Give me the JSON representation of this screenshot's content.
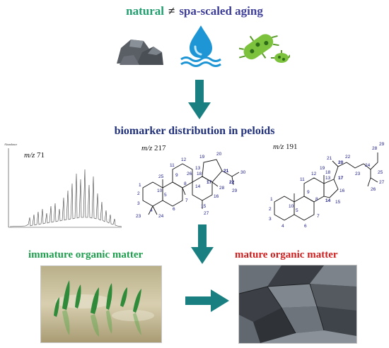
{
  "title": {
    "natural": "natural",
    "neq": "≠",
    "spa": "spa-scaled aging"
  },
  "icons": [
    "rocks-icon",
    "water-drop-icon",
    "bacteria-icon"
  ],
  "heading": "biomarker distribution in peloids",
  "chromatogram": {
    "label_mz": "m/z",
    "label_val": "71",
    "axis_title": "Abundance"
  },
  "structure_217": {
    "label_mz": "m/z",
    "label_val": "217"
  },
  "structure_191": {
    "label_mz": "m/z",
    "label_val": "191"
  },
  "immature": "immature organic matter",
  "mature": "mature organic matter",
  "colors": {
    "arrow": "#1a7f80",
    "green": "#1f9e4e",
    "red": "#d11e1e",
    "navy": "#20307a"
  }
}
